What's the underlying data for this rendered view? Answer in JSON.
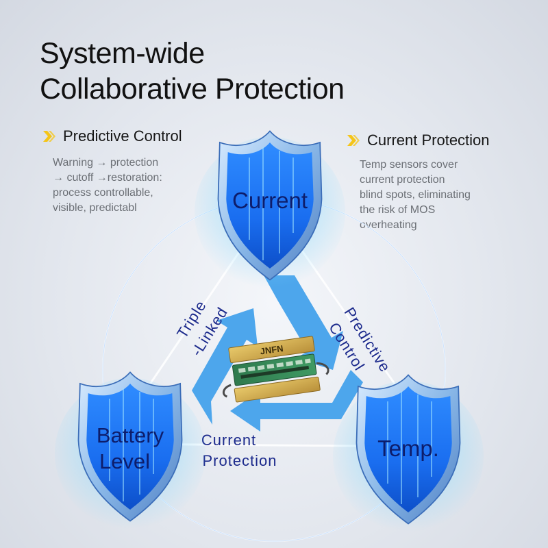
{
  "title": {
    "line1": "System-wide",
    "line2": "Collaborative Protection"
  },
  "features": [
    {
      "heading": "Predictive Control",
      "body": "Warning → protection\n→ cutoff →restoration:\n process controllable,\nvisible, predictabl"
    },
    {
      "heading": "Current Protection",
      "body": "Temp sensors cover\ncurrent protection\nblind spots, eliminating\nthe risk of MOS\noverheating"
    }
  ],
  "shields": {
    "top": "Current",
    "left_line1": "Battery",
    "left_line2": "Level",
    "right": "Temp."
  },
  "links": {
    "left_line1": "Triple",
    "left_line2": "-Linked",
    "right_line1": "Predictive",
    "right_line2": "Control",
    "bottom_line1": "Current",
    "bottom_line2": "Protection"
  },
  "board_brand": "JNFN",
  "colors": {
    "accent_yellow": "#f5c518",
    "shield_blue": "#1e7bff",
    "arrow_blue": "#4da6ec",
    "label_navy": "#1c2a8c"
  },
  "icons": [
    "chevron-right-icon",
    "recycle-arrows-icon",
    "shield-icon"
  ]
}
